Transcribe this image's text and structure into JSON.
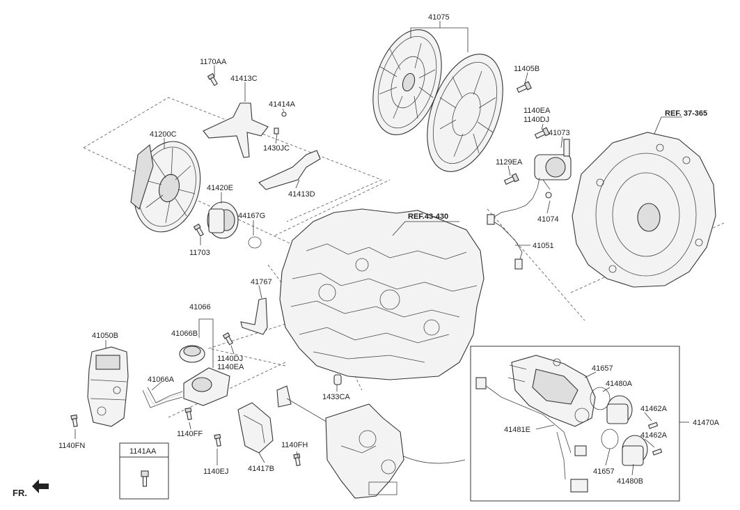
{
  "labels": {
    "p41075": "41075",
    "p11405B": "11405B",
    "p1140EA_a": "1140EA",
    "p1140DJ_a": "1140DJ",
    "p41073": "41073",
    "refTop": "REF. 37-365",
    "p1129EA": "1129EA",
    "p41074": "41074",
    "p41051": "41051",
    "refMid": "REF.43-430",
    "p1170AA": "1170AA",
    "p41413C": "41413C",
    "p41414A": "41414A",
    "p1430JC": "1430JC",
    "p41413D": "41413D",
    "p41200C": "41200C",
    "p41420E": "41420E",
    "p44167G": "44167G",
    "p11703": "11703",
    "p41767": "41767",
    "p41066": "41066",
    "p41066B": "41066B",
    "p41050B": "41050B",
    "p1140DJ_b": "1140DJ",
    "p1140EA_b": "1140EA",
    "p41066A": "41066A",
    "p1433CA": "1433CA",
    "p1140FF": "1140FF",
    "p1140FN": "1140FN",
    "p1141AA": "1141AA",
    "p1140EJ": "1140EJ",
    "p41417B": "41417B",
    "p1140FH": "1140FH",
    "p41657_a": "41657",
    "p41480A": "41480A",
    "p41462A_a": "41462A",
    "p41470A": "41470A",
    "p41481E": "41481E",
    "p41462A_b": "41462A",
    "p41657_b": "41657",
    "p41480B": "41480B",
    "fr": "FR."
  },
  "icons": [
    "clutch-disc-icon",
    "clutch-cover-icon",
    "release-cylinder-icon",
    "transmission-case-icon",
    "bolt-icon",
    "actuator-icon",
    "front-arrow-icon"
  ]
}
